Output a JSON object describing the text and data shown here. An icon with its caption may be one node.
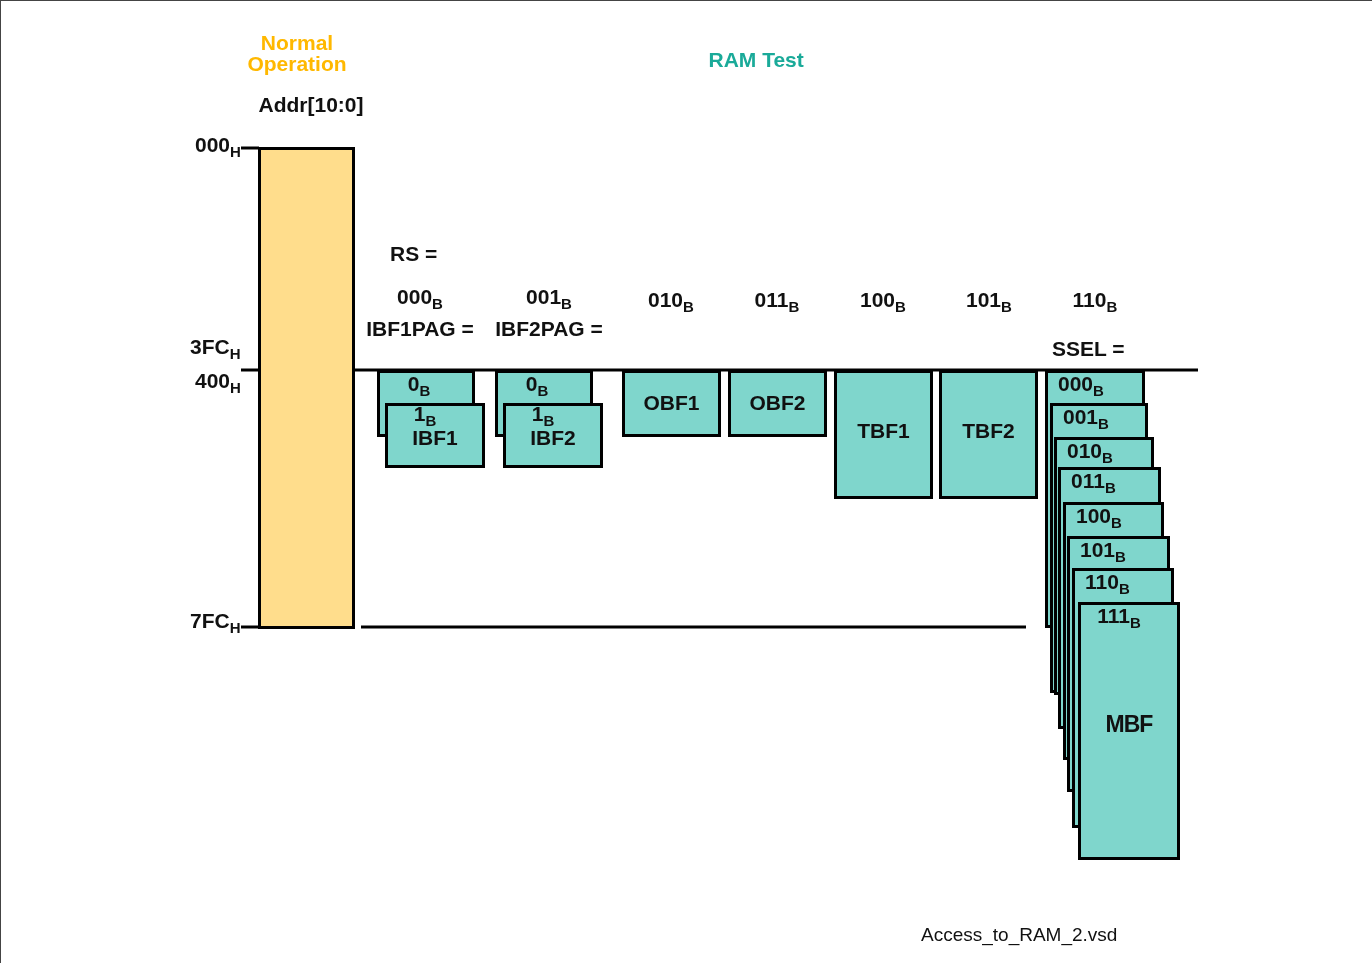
{
  "diagram": {
    "caption": "Access_to_RAM_2.vsd",
    "nodes": [
      {
        "text": [],
        "shape": "box"
      },
      {
        "text": [
          "0$_{B}$"
        ]
      },
      {
        "text": [
          "1$_{B}$",
          "IBF1"
        ]
      },
      {
        "text": [
          "0$_{B}$"
        ]
      },
      {
        "text": [
          "1$_{B}$",
          "IBF2"
        ]
      },
      {
        "text": [
          "OBF1"
        ]
      },
      {
        "text": [
          "OBF2"
        ]
      },
      {
        "text": [
          "TBF1"
        ]
      },
      {
        "text": [
          "TBF2"
        ]
      },
      {
        "text": [
          "000$_{B}$"
        ]
      },
      {
        "text": [
          "001$_{B}$"
        ]
      },
      {
        "text": [
          "010$_{B}$"
        ]
      },
      {
        "text": [
          "011$_{B}$"
        ]
      },
      {
        "text": [
          "100$_{B}$"
        ]
      },
      {
        "text": [
          "101$_{B}$"
        ]
      },
      {
        "text": [
          "110$_{B}$"
        ]
      },
      {
        "text": [
          "111$_{B}$",
          "MBF"
        ]
      }
    ],
    "labels": [
      "Normal Operation",
      "RAM Test",
      "Addr[10:0]",
      "000$_{H}$",
      "RS =",
      "000$_{B}$ IBF1PAG =",
      "001$_{B}$ IBF2PAG =",
      "010$_{B}$",
      "011$_{B}$",
      "100$_{B}$",
      "101$_{B}$",
      "110$_{B}$",
      "3FC$_{H}$",
      "SSEL =",
      "400$_{H}$",
      "7FC$_{H}$"
    ]
  }
}
